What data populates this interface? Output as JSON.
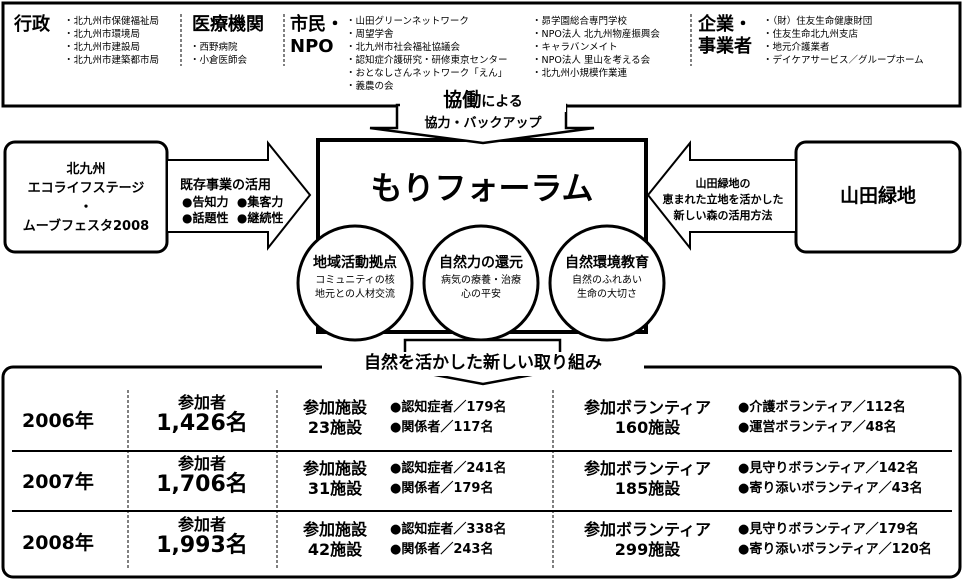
{
  "top": {
    "gov": {
      "title": "行政",
      "items": [
        "北九州市保健福祉局",
        "北九州市環境局",
        "北九州市建設局",
        "北九州市建築都市局"
      ]
    },
    "medical": {
      "title": "医療機関",
      "items": [
        "西野病院",
        "小倉医師会"
      ]
    },
    "npo": {
      "title_line1": "市民・",
      "title_line2": "NPO",
      "items_left": [
        "山田グリーンネットワーク",
        "周望学舎",
        "北九州市社会福祉協議会",
        "認知症介護研究・研修東京センター",
        "おとなしさんネットワーク「えん」",
        "義農の会"
      ],
      "items_right": [
        "昴学園総合専門学校",
        "NPO法人 北九州物産振興会",
        "キャラバンメイト",
        "NPO法人 里山を考える会",
        "北九州小規模作業連"
      ]
    },
    "business": {
      "title_line1": "企業・",
      "title_line2": "事業者",
      "items": [
        "（財）住友生命健康財団",
        "住友生命北九州支店",
        "地元介護業者",
        "デイケアサービス／グループホーム"
      ]
    }
  },
  "kyodo": {
    "main": "協働",
    "suffix": "による",
    "sub": "協力・バックアップ"
  },
  "left_box": {
    "line1": "北九州",
    "line2": "エコライフステージ",
    "line3": "・",
    "line4": "ムーブフェスタ2008"
  },
  "left_arrow": {
    "title": "既存事業の活用",
    "b1": "●告知力",
    "b2": "●集客力",
    "b3": "●話題性",
    "b4": "●継続性"
  },
  "center": {
    "title": "もりフォーラム"
  },
  "circles": [
    {
      "title": "地域活動拠点",
      "line1": "コミュニティの核",
      "line2": "地元との人材交流"
    },
    {
      "title": "自然力の還元",
      "line1": "病気の療養・治療",
      "line2": "心の平安"
    },
    {
      "title": "自然環境教育",
      "line1": "自然のふれあい",
      "line2": "生命の大切さ"
    }
  ],
  "right_arrow": {
    "line1": "山田緑地の",
    "line2": "恵まれた立地を活かした",
    "line3": "新しい森の活用方法"
  },
  "right_box": {
    "title": "山田緑地"
  },
  "bottom": {
    "title": "自然を活かした新しい取り組み",
    "rows": [
      {
        "year": "2006年",
        "part_label": "参加者",
        "part_value": "1,426名",
        "fac_label": "参加施設",
        "fac_value": "23施設",
        "fac_d1": "認知症者／179名",
        "fac_d2": "関係者／117名",
        "vol_label": "参加ボランティア",
        "vol_value": "160施設",
        "vol_d1": "介護ボランティア／112名",
        "vol_d2": "運営ボランティア／48名"
      },
      {
        "year": "2007年",
        "part_label": "参加者",
        "part_value": "1,706名",
        "fac_label": "参加施設",
        "fac_value": "31施設",
        "fac_d1": "認知症者／241名",
        "fac_d2": "関係者／179名",
        "vol_label": "参加ボランティア",
        "vol_value": "185施設",
        "vol_d1": "見守りボランティア／142名",
        "vol_d2": "寄り添いボランティア／43名"
      },
      {
        "year": "2008年",
        "part_label": "参加者",
        "part_value": "1,993名",
        "fac_label": "参加施設",
        "fac_value": "42施設",
        "fac_d1": "認知症者／338名",
        "fac_d2": "関係者／243名",
        "vol_label": "参加ボランティア",
        "vol_value": "299施設",
        "vol_d1": "見守りボランティア／179名",
        "vol_d2": "寄り添いボランティア／120名"
      }
    ]
  }
}
